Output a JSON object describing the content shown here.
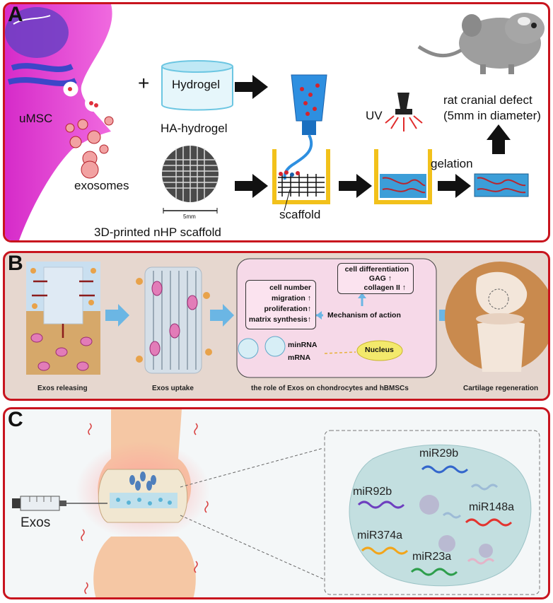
{
  "panel_a": {
    "letter": "A",
    "cell_label": "uMSC",
    "exosomes_label": "exosomes",
    "plus_sign": "+",
    "hydrogel_label": "Hydrogel",
    "ha_hydrogel_label": "HA-hydrogel",
    "scale_label": "5mm",
    "scaffold_printed_label": "3D-printed nHP scaffold",
    "scaffold_label": "scaffold",
    "uv_label": "UV",
    "gelation_label": "gelation",
    "rat_label_line1": "rat cranial defect",
    "rat_label_line2": "(5mm in diameter)"
  },
  "panel_b": {
    "letter": "B",
    "captions": [
      "Exos releasing",
      "Exos uptake",
      "the role of Exos on chondrocytes and hBMSCs",
      "Cartilage regeneration"
    ],
    "effects_box": [
      "cell number",
      "migration ↑",
      "proliferation↑",
      "matrix synthesis↑"
    ],
    "differentiation_box": [
      "cell differentiation",
      "GAG ↑",
      "collagen II ↑"
    ],
    "mechanism_label": "Mechanism of action",
    "minrna_label": "minRNA",
    "mrna_label": "mRNA",
    "nucleus_label": "Nucleus"
  },
  "panel_c": {
    "letter": "C",
    "exos_label": "Exos",
    "mirnas": [
      "miR29b",
      "miR92b",
      "miR148a",
      "miR374a",
      "miR23a"
    ]
  }
}
